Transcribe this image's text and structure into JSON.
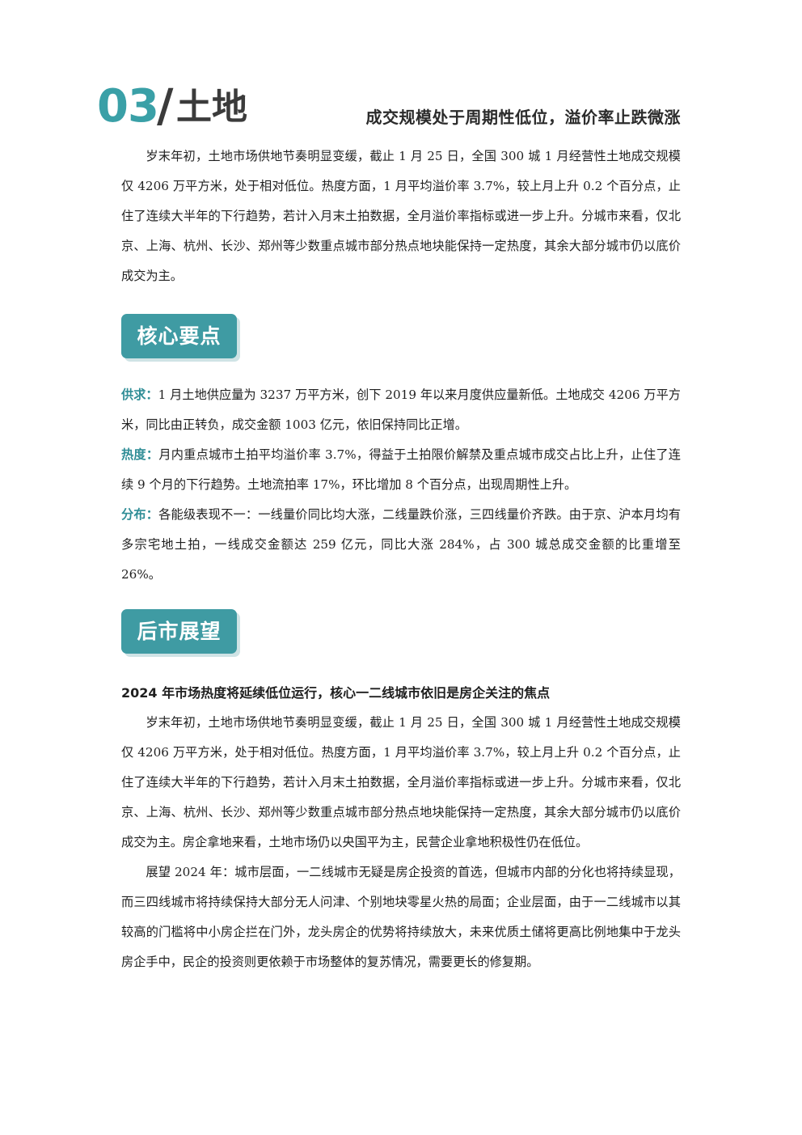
{
  "section": {
    "number": "03",
    "slash": "/",
    "title": "土地",
    "subtitle": "成交规模处于周期性低位，溢价率止跌微涨"
  },
  "intro": "岁末年初，土地市场供地节奏明显变缓，截止 1 月 25 日，全国 300 城 1 月经营性土地成交规模仅 4206 万平方米，处于相对低位。热度方面，1 月平均溢价率 3.7%，较上月上升 0.2 个百分点，止住了连续大半年的下行趋势，若计入月末土拍数据，全月溢价率指标或进一步上升。分城市来看，仅北京、上海、杭州、长沙、郑州等少数重点城市部分热点地块能保持一定热度，其余大部分城市仍以底价成交为主。",
  "key_points": {
    "badge": "核心要点",
    "items": [
      {
        "label": "供求：",
        "text": "1 月土地供应量为 3237 万平方米，创下 2019 年以来月度供应量新低。土地成交 4206 万平方米，同比由正转负，成交金额 1003 亿元，依旧保持同比正增。"
      },
      {
        "label": "热度：",
        "text": "月内重点城市土拍平均溢价率 3.7%，得益于土拍限价解禁及重点城市成交占比上升，止住了连续 9 个月的下行趋势。土地流拍率 17%，环比增加 8 个百分点，出现周期性上升。"
      },
      {
        "label": "分布：",
        "text": "各能级表现不一：一线量价同比均大涨，二线量跌价涨，三四线量价齐跌。由于京、沪本月均有多宗宅地土拍，一线成交金额达 259 亿元，同比大涨 284%，占 300 城总成交金额的比重增至 26%。"
      }
    ]
  },
  "outlook": {
    "badge": "后市展望",
    "heading": "2024 年市场热度将延续低位运行，核心一二线城市依旧是房企关注的焦点",
    "paragraph1": "岁末年初，土地市场供地节奏明显变缓，截止 1 月 25 日，全国 300 城 1 月经营性土地成交规模仅 4206 万平方米，处于相对低位。热度方面，1 月平均溢价率 3.7%，较上月上升 0.2 个百分点，止住了连续大半年的下行趋势，若计入月末土拍数据，全月溢价率指标或进一步上升。分城市来看，仅北京、上海、杭州、长沙、郑州等少数重点城市部分热点地块能保持一定热度，其余大部分城市仍以底价成交为主。房企拿地来看，土地市场仍以央国平为主，民营企业拿地积极性仍在低位。",
    "paragraph2": "展望 2024 年：城市层面，一二线城市无疑是房企投资的首选，但城市内部的分化也将持续显现，而三四线城市将持续保持大部分无人问津、个别地块零星火热的局面；企业层面，由于一二线城市以其较高的门槛将中小房企拦在门外，龙头房企的优势将持续放大，未来优质土储将更高比例地集中于龙头房企手中，民企的投资则更依赖于市场整体的复苏情况，需要更长的修复期。"
  },
  "colors": {
    "accent": "#3aa0a7",
    "badge_bg": "#3f9ba3",
    "keyword": "#2f8d96",
    "title_dark": "#3b3b3b"
  }
}
